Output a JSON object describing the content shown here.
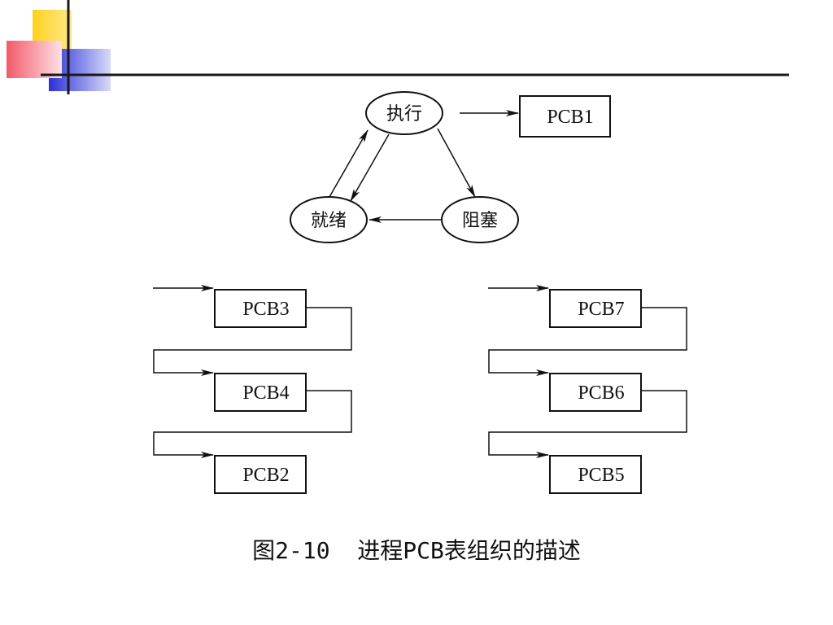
{
  "colors": {
    "accent_yellow": "#FFD21F",
    "accent_red": "#F25A6A",
    "accent_blue": "#2A30D6",
    "rule": "#1a1a1a"
  },
  "states": {
    "running": "执行",
    "ready": "就绪",
    "blocked": "阻塞"
  },
  "pcb": {
    "pcb1": "PCB1",
    "pcb2": "PCB2",
    "pcb3": "PCB3",
    "pcb4": "PCB4",
    "pcb5": "PCB5",
    "pcb6": "PCB6",
    "pcb7": "PCB7"
  },
  "caption": "图2-10  进程PCB表组织的描述"
}
